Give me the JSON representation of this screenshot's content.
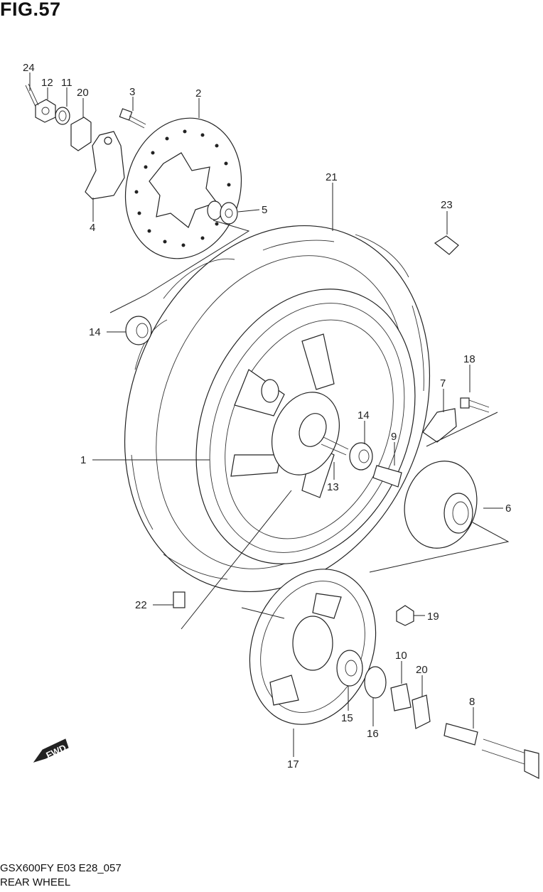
{
  "figure": {
    "title": "FIG.57",
    "code": "GSX600FY E03 E28_057",
    "caption": "REAR WHEEL",
    "fwd_text": "FWD"
  },
  "callouts": [
    "24",
    "12",
    "11",
    "20",
    "3",
    "2",
    "4",
    "5",
    "21",
    "23",
    "14",
    "18",
    "7",
    "14",
    "9",
    "1",
    "13",
    "6",
    "22",
    "19",
    "10",
    "20",
    "15",
    "16",
    "8",
    "17"
  ]
}
